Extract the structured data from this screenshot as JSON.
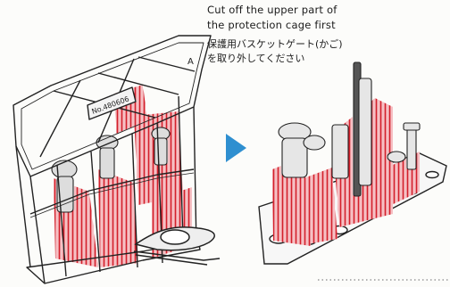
{
  "instruction": {
    "english_lines": [
      "Cut off the upper part of",
      "the protection cage first"
    ],
    "japanese_lines": [
      "保護用バスケットゲート(かご)",
      "を取り外してください"
    ]
  },
  "cage_label": "No.480606",
  "cage_corner_mark": "A",
  "arrow_color": "#2f8fd0",
  "support_color": "#d41f2b",
  "icons": [
    "next-step-arrow-icon",
    "nippers-icon"
  ]
}
